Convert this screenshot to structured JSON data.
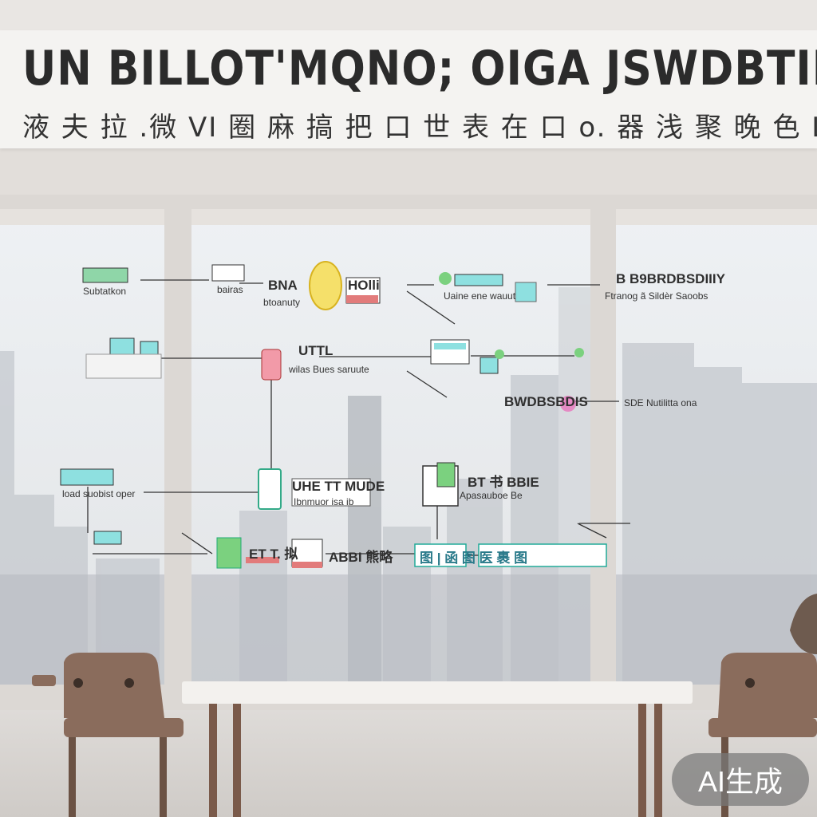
{
  "banner": {
    "title": "UN BILLOT'MQNO; OIGA  JSWDBTIBESO",
    "subtitle": "液 夫 拉 .微 VI 圈 麻 搞 把 口 世 表 在 口 o. 器 浅 聚 晚 色 L"
  },
  "diagram": {
    "labels": [
      {
        "text": "Subtatkon"
      },
      {
        "text": "bairas"
      },
      {
        "text": "BNA"
      },
      {
        "text": "btoanuty"
      },
      {
        "text": "HOlli"
      },
      {
        "text": "Uaine ene wauut"
      },
      {
        "text": "B B9BRDBSDIIIY"
      },
      {
        "text": "Ftranog ã Sildèr Saoobs"
      },
      {
        "text": "UTTL"
      },
      {
        "text": "wilas Bues saruute"
      },
      {
        "text": "BWDBSBDIS"
      },
      {
        "text": "SDE Nutilitta ona"
      },
      {
        "text": "load suobist oper"
      },
      {
        "text": "UHE TT MUDE"
      },
      {
        "text": "Ibnmuor isa ib"
      },
      {
        "text": "BT 书 BBIE"
      },
      {
        "text": "Apasauboe Be"
      },
      {
        "text": "ET T. 拟"
      },
      {
        "text": "ABBI 熊略"
      },
      {
        "text": "图 | 函 图 医 裹 图"
      }
    ]
  },
  "badge": {
    "text": "AI生成"
  },
  "colors": {
    "wall": "#e9e6e3",
    "sky": "#eef1f4",
    "frame": "#dcd8d4",
    "chair": "#8a6c5c",
    "badge": "#7a7a7a"
  }
}
